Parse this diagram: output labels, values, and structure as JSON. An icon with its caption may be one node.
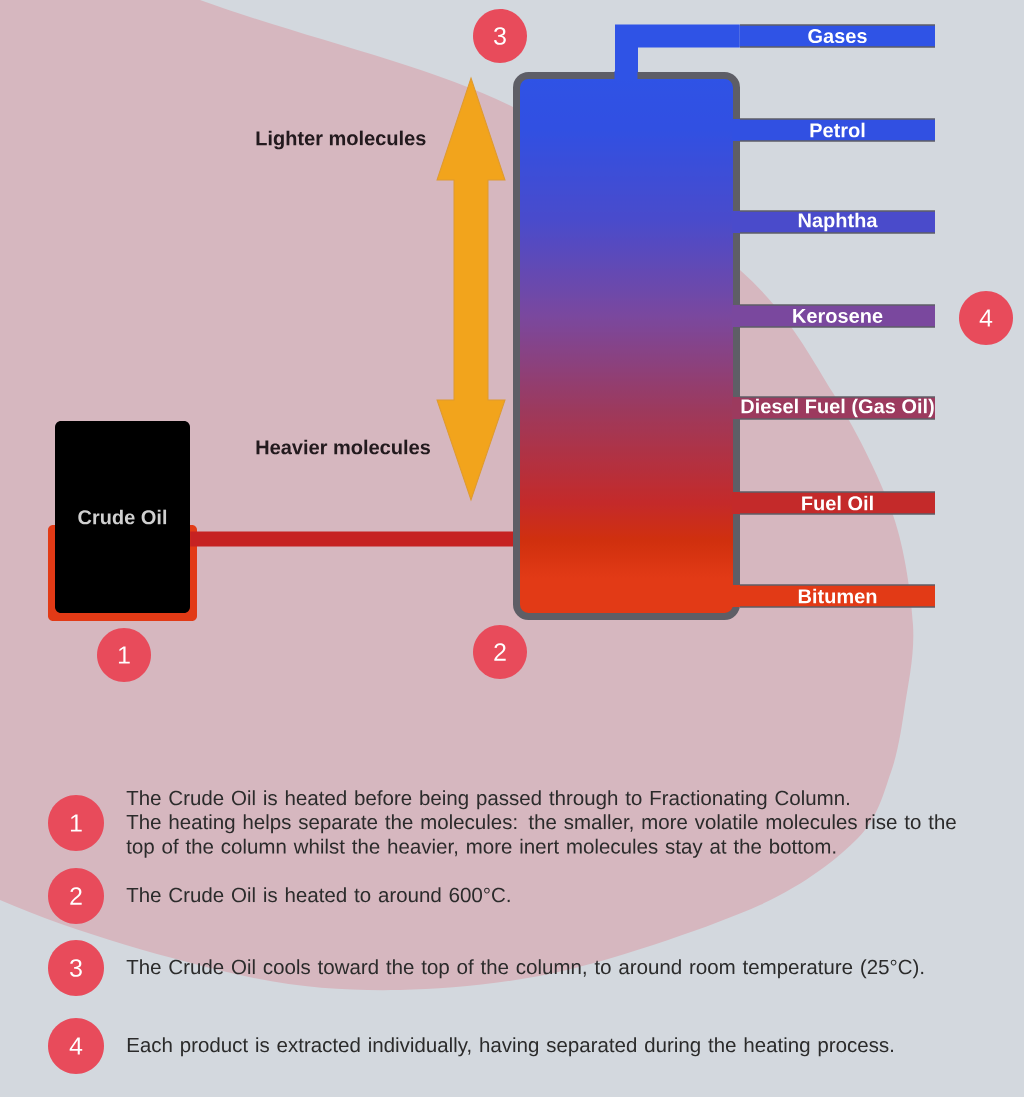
{
  "diagram": {
    "nodes": [
      {
        "text": [
          "3"
        ]
      },
      {
        "text": [
          "Gases"
        ]
      },
      {
        "text": [],
        "shape": "box"
      },
      {
        "text": [
          "Petrol"
        ]
      },
      {
        "text": [
          "Naphtha"
        ]
      },
      {
        "text": [
          "Kerosene"
        ]
      },
      {
        "text": [
          "4"
        ]
      },
      {
        "text": [
          "Diesel Fuel (Gas Oil)"
        ]
      },
      {
        "text": [
          "Crude Oil"
        ]
      },
      {
        "text": [
          "Fuel Oil"
        ]
      },
      {
        "text": [
          "Bitumen"
        ]
      },
      {
        "text": [
          "1"
        ]
      },
      {
        "text": [
          "2"
        ]
      },
      {
        "text": [
          "1"
        ],
        "beside": [
          "The Crude Oil is heated before being passed through to Fractionating Column.",
          "The heating helps separate the molecules: the smaller, more volatile molecules rise to the top of the column whilst the heavier, more inert molecules stay at the bottom."
        ]
      },
      {
        "text": [
          "2"
        ],
        "beside": [
          "The Crude Oil is heated to around 600°C."
        ]
      },
      {
        "text": [
          "3"
        ],
        "beside": [
          "The Crude Oil cools toward the top of the column, to around room temperature (25°C)."
        ]
      },
      {
        "text": [
          "4"
        ],
        "beside": [
          "Each product is extracted individually, having separated during the heating process."
        ]
      }
    ],
    "edges": [
      {
        "from": 8,
        "to": 2,
        "arrow": "none",
        "color": "#c62222"
      },
      {
        "from": 2,
        "to": 1,
        "arrow": "none",
        "color": "#2f53e6"
      }
    ],
    "labels": [
      "Lighter molecules",
      "Heavier molecules"
    ]
  }
}
